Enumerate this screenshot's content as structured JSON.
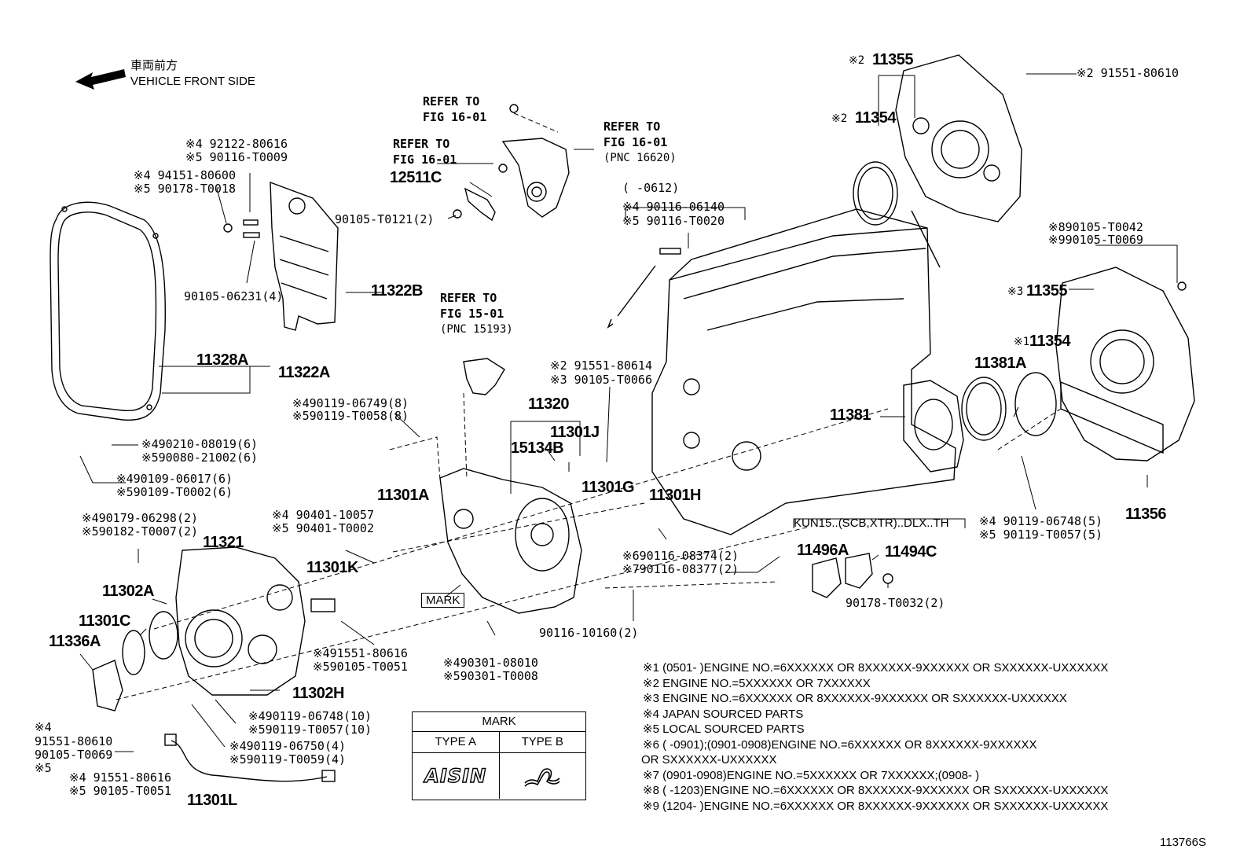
{
  "header": {
    "line1": "車両前方",
    "line2": "VEHICLE FRONT SIDE"
  },
  "refer": {
    "r1": [
      "REFER TO",
      "FIG 16-01"
    ],
    "r2": [
      "REFER TO",
      "FIG 16-01"
    ],
    "r3": [
      "REFER TO",
      "FIG 16-01",
      "(PNC 16620)"
    ],
    "r4": [
      "REFER TO",
      "FIG 15-01",
      "(PNC 15193)"
    ]
  },
  "bold": {
    "p12511C": "12511C",
    "p11322B": "11322B",
    "p11328A": "11328A",
    "p11322A": "11322A",
    "p11320": "11320",
    "p11301J": "11301J",
    "p15134B": "15134B",
    "p11301A": "11301A",
    "p11301G": "11301G",
    "p11301H": "11301H",
    "p11321": "11321",
    "p11302A": "11302A",
    "p11301C": "11301C",
    "p11336A": "11336A",
    "p11301K": "11301K",
    "p11302H": "11302H",
    "p11301L": "11301L",
    "p11381": "11381",
    "p11381A": "11381A",
    "p11496A": "11496A",
    "p11494C": "11494C",
    "p11356": "11356",
    "p11355a": "11355",
    "p11354a": "11354",
    "p11355b": "11355",
    "p11354b": "11354",
    "m11355a": "※2",
    "m11354a": "※2",
    "m11355b": "※3",
    "m11354b": "※1"
  },
  "parts": {
    "a1": "※4 92122-80616",
    "a2": "※5 90116-T0009",
    "a3": "※4 94151-80600",
    "a4": "※5 90178-T0018",
    "a5": "90105-T0121(2)",
    "a6": "90105-06231(4)",
    "a7": "(    -0612)",
    "a8": "※4 90116-06140",
    "a9": "※5 90116-T0020",
    "a10": "※2 91551-80610",
    "a11": "※890105-T0042",
    "a12": "※990105-T0069",
    "a13": "※490119-06749(8)",
    "a14": "※590119-T0058(8)",
    "a15": "※2 91551-80614",
    "a16": "※3 90105-T0066",
    "a17": "※490210-08019(6)",
    "a18": "※590080-21002(6)",
    "a19": "※490109-06017(6)",
    "a20": "※590109-T0002(6)",
    "a21": "※4 90401-10057",
    "a22": "※5 90401-T0002",
    "a23": "※490179-06298(2)",
    "a24": "※590182-T0007(2)",
    "a25": "※690116-08374(2)",
    "a26": "※790116-08377(2)",
    "a27": "KUN15..(SCB,XTR)..DLX..TH",
    "a28": "90178-T0032(2)",
    "a29": "※4 90119-06748(5)",
    "a30": "※5 90119-T0057(5)",
    "a31": "※491551-80616",
    "a32": "※590105-T0051",
    "a33": "90116-10160(2)",
    "a34": "※490301-08010",
    "a35": "※590301-T0008",
    "a36": "※490119-06748(10)",
    "a37": "※590119-T0057(10)",
    "a38": "※490119-06750(4)",
    "a39": "※590119-T0059(4)",
    "a40": "※4",
    "a41": "91551-80610",
    "a42": "90105-T0069",
    "a43": "※5",
    "a44": "※4 91551-80616",
    "a45": "※5 90105-T0051",
    "mark": "MARK"
  },
  "mark_table": {
    "title": "MARK",
    "col_a": "TYPE A",
    "col_b": "TYPE B",
    "logo": "AISIN"
  },
  "notes": [
    "※1 (0501-        )ENGINE NO.=6XXXXXX OR 8XXXXXX-9XXXXXX OR SXXXXXX-UXXXXXX",
    "※2 ENGINE NO.=5XXXXXX OR 7XXXXXX",
    "※3 ENGINE NO.=6XXXXXX OR 8XXXXXX-9XXXXXX OR SXXXXXX-UXXXXXX",
    "※4 JAPAN SOURCED PARTS",
    "※5 LOCAL SOURCED PARTS",
    "※6 (        -0901);(0901-0908)ENGINE NO.=6XXXXXX OR 8XXXXXX-9XXXXXX",
    "OR SXXXXXX-UXXXXXX",
    "※7 (0901-0908)ENGINE NO.=5XXXXXX OR 7XXXXXX;(0908-        )",
    "※8 (        -1203)ENGINE NO.=6XXXXXX OR 8XXXXXX-9XXXXXX OR SXXXXXX-UXXXXXX",
    "※9 (1204-        )ENGINE NO.=6XXXXXX OR 8XXXXXX-9XXXXXX OR SXXXXXX-UXXXXXX"
  ],
  "figure_id": "113766S"
}
